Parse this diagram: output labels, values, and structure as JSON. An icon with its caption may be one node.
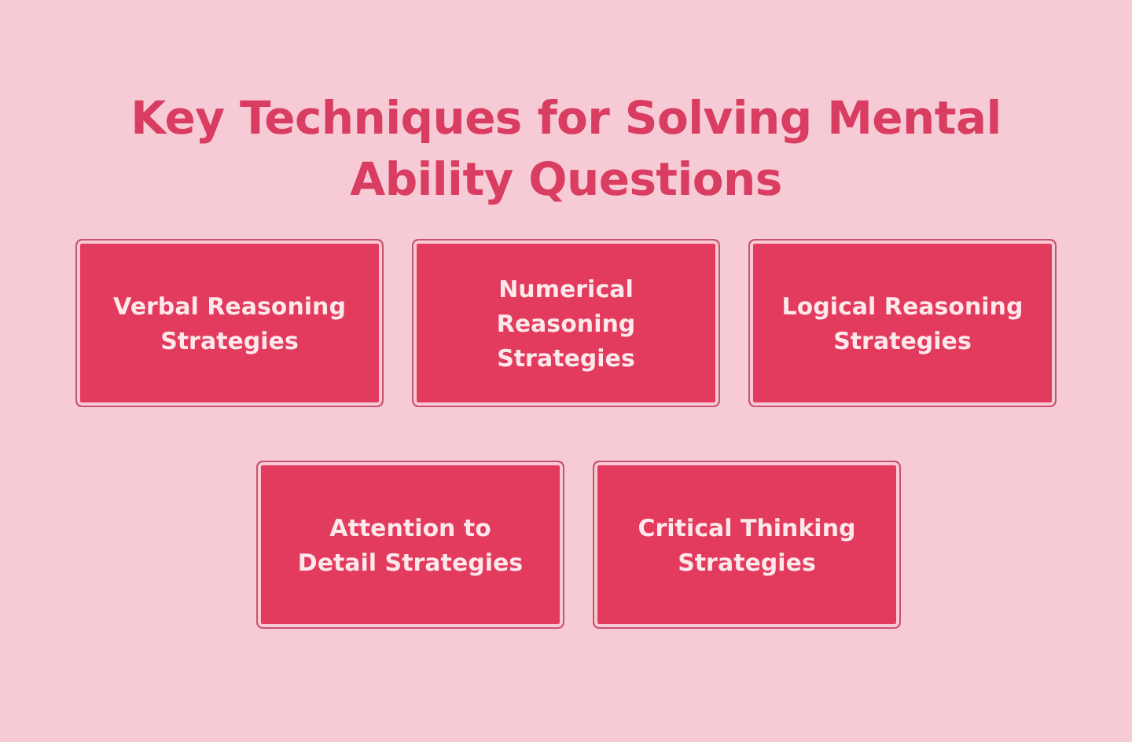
{
  "diagram": {
    "title": "Key Techniques for Solving Mental Ability Questions",
    "nodes": [
      {
        "text": [
          "Verbal Reasoning Strategies"
        ]
      },
      {
        "text": [
          "Numerical Reasoning Strategies"
        ]
      },
      {
        "text": [
          "Logical Reasoning Strategies"
        ]
      },
      {
        "text": [
          "Attention to Detail Strategies"
        ]
      },
      {
        "text": [
          "Critical Thinking Strategies"
        ]
      }
    ]
  }
}
